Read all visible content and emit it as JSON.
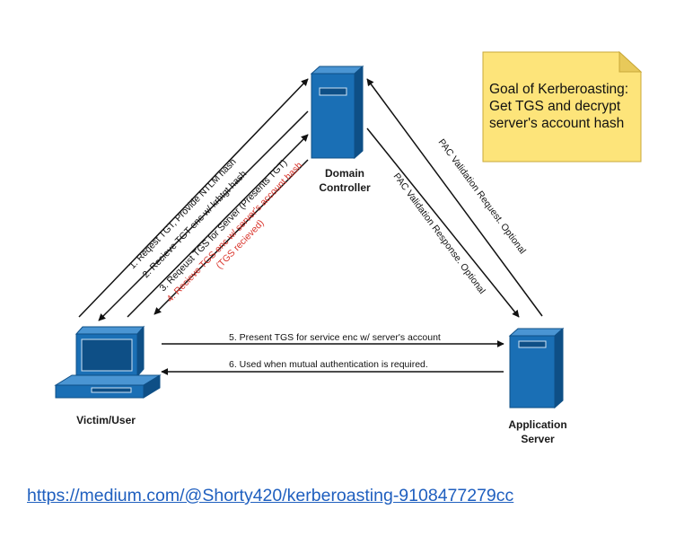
{
  "colors": {
    "server_blue": "#1a6fb5",
    "server_dark": "#0e4f86",
    "arrow": "#111111",
    "red_text": "#d9342b",
    "note_fill": "#fde47a",
    "note_border": "#c9a93a",
    "link": "#1f5fbf"
  },
  "nodes": {
    "domain_controller": {
      "label_line1": "Domain",
      "label_line2": "Controller",
      "icon": "server-icon"
    },
    "victim": {
      "label": "Victim/User",
      "icon": "computer-icon"
    },
    "app_server": {
      "label_line1": "Application",
      "label_line2": "Server",
      "icon": "server-icon"
    }
  },
  "edges": {
    "e1": "1. Reqest TGT, Provide NTLM hash",
    "e2": "2. Recieve TGT enc w/ krbtgt hash",
    "e3": "3. Reqeust TGS for Server (Presents TGT)",
    "e4a": "4. Recieve TGS enc w/ server's account hash",
    "e4b": "(TGS recieved)",
    "e5": "5. Present TGS for service enc w/ server's account",
    "e6": "6. Used when mutual authentication is required.",
    "pac_request": "PAC Validation Request. Optional",
    "pac_response": "PAC Validation Response. Optional"
  },
  "note": {
    "line1": "Goal of Kerberoasting:",
    "line2": "Get TGS and decrypt",
    "line3": "server's account hash"
  },
  "link": {
    "text": "https://medium.com/@Shorty420/kerberoasting-9108477279cc"
  }
}
